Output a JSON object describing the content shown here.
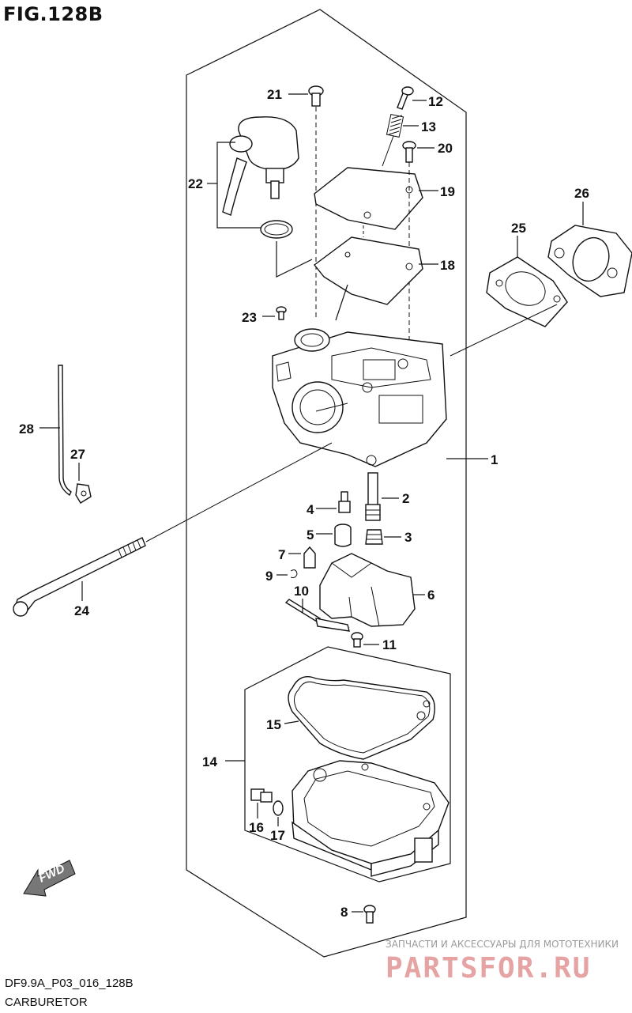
{
  "figure_title": "FIG.128B",
  "footer": {
    "code": "DF9.9A_P03_016_128B",
    "name": "CARBURETOR"
  },
  "fwd_label": "FWD",
  "watermark": {
    "tagline": "ЗАПЧАСТИ И АКСЕССУАРЫ ДЛЯ МОТОТЕХНИКИ",
    "brand": "PARTSFOR.RU",
    "color": "#e6a3a3"
  },
  "callouts": {
    "c1": "1",
    "c2": "2",
    "c3": "3",
    "c4": "4",
    "c5": "5",
    "c6": "6",
    "c7": "7",
    "c8": "8",
    "c9": "9",
    "c10": "10",
    "c11": "11",
    "c12": "12",
    "c13": "13",
    "c14": "14",
    "c15": "15",
    "c16": "16",
    "c17": "17",
    "c18": "18",
    "c19": "19",
    "c20": "20",
    "c21": "21",
    "c22": "22",
    "c23": "23",
    "c24": "24",
    "c25": "25",
    "c26": "26",
    "c27": "27",
    "c28": "28"
  }
}
